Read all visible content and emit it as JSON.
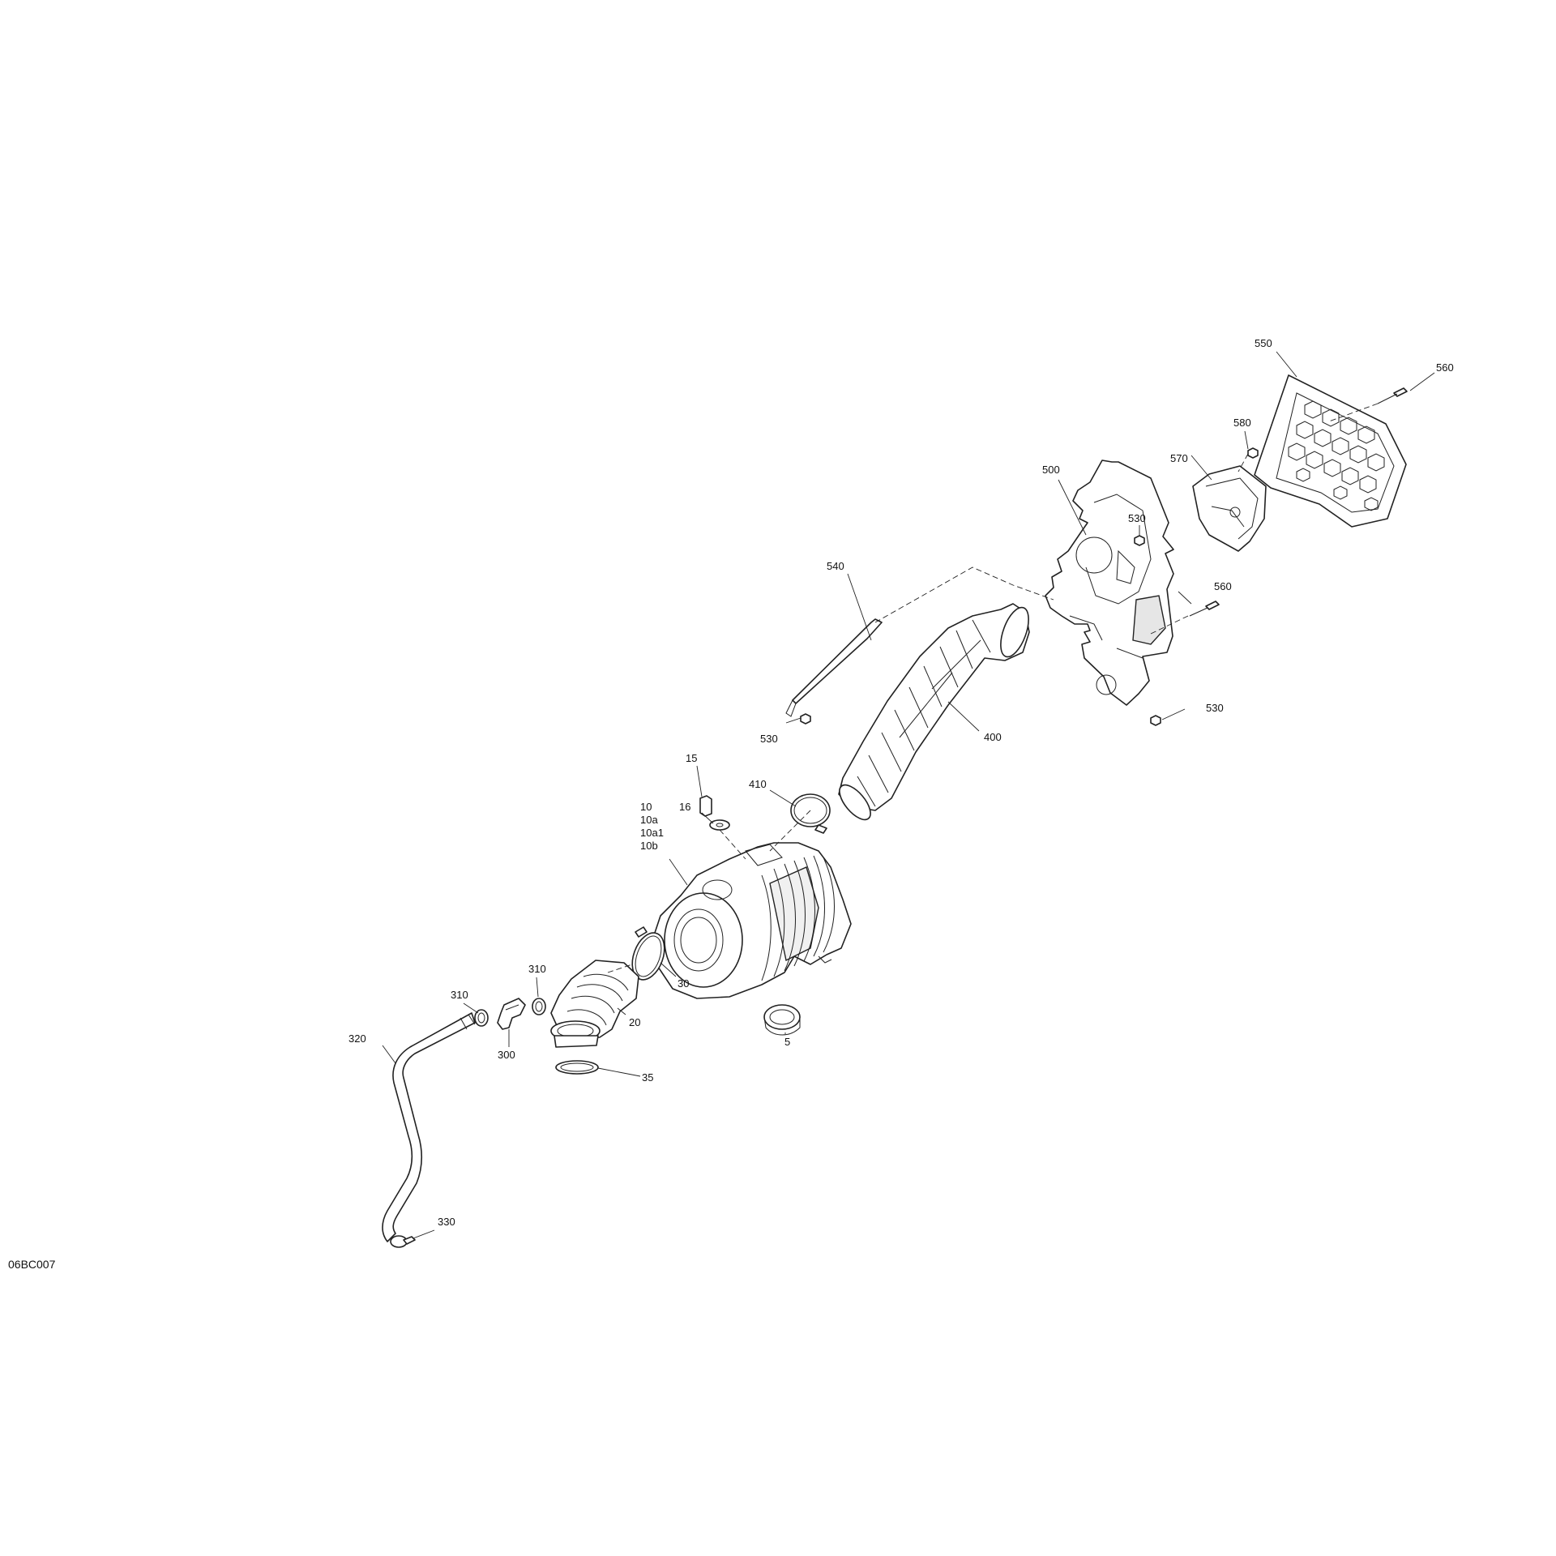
{
  "diagram_code": "06BC007",
  "callouts": {
    "c550": "550",
    "c560a": "560",
    "c580": "580",
    "c570": "570",
    "c500": "500",
    "c530a": "530",
    "c560b": "560",
    "c540": "540",
    "c530b": "530",
    "c530c": "530",
    "c400": "400",
    "c15": "15",
    "c410": "410",
    "c16": "16",
    "c10": "10",
    "c10a": "10a",
    "c10a1": "10a1",
    "c10b": "10b",
    "c30": "30",
    "c310a": "310",
    "c310b": "310",
    "c20": "20",
    "c5": "5",
    "c320": "320",
    "c300": "300",
    "c35": "35",
    "c330": "330"
  }
}
